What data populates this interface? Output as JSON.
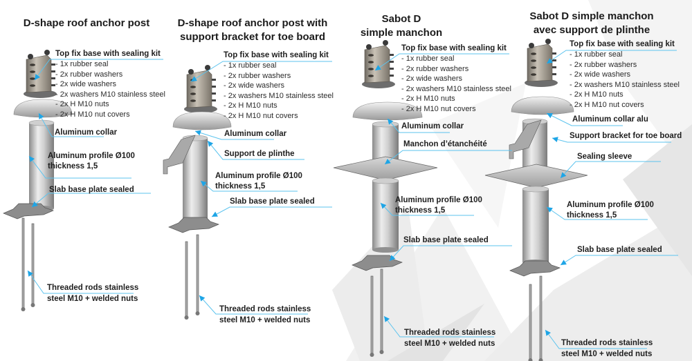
{
  "colors": {
    "callout": "#5bc3ee",
    "arrow": "#1ea5e6",
    "metal_light": "#e6e6e6",
    "metal_dark": "#7d7d7d",
    "text": "#1e1e1e"
  },
  "columns": [
    {
      "title_lines": [
        "D-shape roof anchor post"
      ],
      "kit_title": "Top fix base with sealing kit",
      "kit_items": [
        "- 1x rubber seal",
        "- 2x rubber washers",
        "- 2x wide washers",
        "- 2x washers  M10 stainless steel",
        "- 2x H M10 nuts",
        "- 2x H M10 nut covers"
      ],
      "labels": [
        "Aluminum collar",
        "Aluminum profile Ø100\nthickness 1,5",
        "Slab base plate sealed",
        "Threaded rods stainless\nsteel M10 + welded nuts"
      ]
    },
    {
      "title_lines": [
        "D-shape roof anchor post with",
        "support bracket for toe board"
      ],
      "kit_title": "Top fix base with sealing kit",
      "kit_items": [
        "- 1x rubber seal",
        "- 2x rubber washers",
        "- 2x wide washers",
        "- 2x washers  M10 stainless steel",
        "- 2x H M10 nuts",
        "- 2x H M10 nut covers"
      ],
      "labels": [
        "Aluminum collar",
        "Support de plinthe",
        "Aluminum profile Ø100\nthickness 1,5",
        "Slab base plate sealed",
        "Threaded rods stainless\nsteel M10 + welded nuts"
      ]
    },
    {
      "title_lines": [
        "Sabot D",
        "simple manchon"
      ],
      "kit_title": "Top fix base with sealing kit",
      "kit_items": [
        "- 1x rubber seal",
        "- 2x rubber washers",
        "- 2x wide washers",
        "- 2x washers  M10 stainless steel",
        "- 2x H M10 nuts",
        "- 2x H M10 nut covers"
      ],
      "labels": [
        "Aluminum collar",
        "Manchon d’étanchéité",
        "Aluminum profile Ø100\nthickness 1,5",
        "Slab base plate sealed",
        "Threaded rods stainless\nsteel M10 + welded nuts"
      ]
    },
    {
      "title_lines": [
        "Sabot D simple manchon",
        "avec support de plinthe"
      ],
      "kit_title": "Top fix base with sealing kit",
      "kit_items": [
        "- 1x rubber seal",
        "- 2x rubber washers",
        "- 2x wide washers",
        "- 2x washers  M10 stainless steel",
        "- 2x H M10 nuts",
        "- 2x H M10 nut covers"
      ],
      "labels": [
        "Aluminum collar alu",
        "Support bracket for toe board",
        "Sealing sleeve",
        "Aluminum profile Ø100\nthickness 1,5",
        "Slab base plate sealed",
        "Threaded rods stainless\nsteel M10 + welded nuts"
      ]
    }
  ]
}
